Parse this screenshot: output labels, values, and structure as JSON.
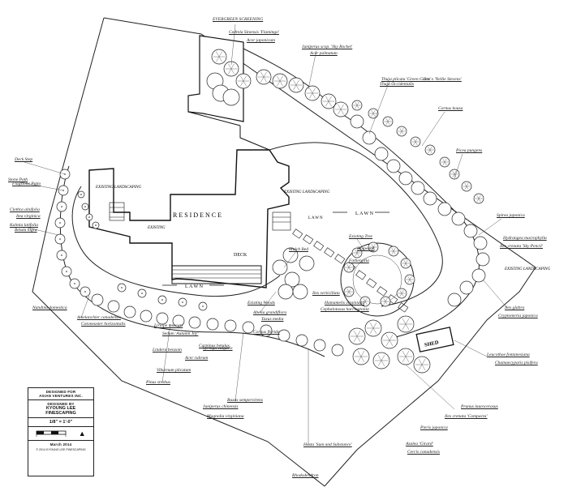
{
  "plan": {
    "residence_label": "RESIDENCE",
    "shed_label": "SHED",
    "deck_label": "DECK",
    "lawn_label": "LAWN",
    "lawn_label_2": "LAWN",
    "lawn_label_3": "LAWN",
    "existing_label": "EXISTING",
    "existing_lndscp": "EXISTING LANDSCAPING",
    "existing_lndscp_2": "EXISTING LANDSCAPING",
    "existing_right": "EXISTING LANDSCAPING"
  },
  "annotations": [
    {
      "t": "EVERGREEN SCREENING"
    },
    {
      "t": "Cedrela Sinensis 'Flamingo'"
    },
    {
      "t": "Acer japonicum"
    },
    {
      "t": "Juniperus scop. 'Sky Rocket'"
    },
    {
      "t": "Acer palmatum"
    },
    {
      "t": "Thuja plicata 'Green Giant'"
    },
    {
      "t": "Ilex x 'Nellie Stevens'"
    },
    {
      "t": "Thuja Occidentalis"
    },
    {
      "t": "Cornus kousa"
    },
    {
      "t": "Picea pungens"
    },
    {
      "t": "Spirea japonica"
    },
    {
      "t": "Hydrangea macrophylla"
    },
    {
      "t": "Ilex crenata 'Sky Pencil'"
    },
    {
      "t": "Ilex glabra"
    },
    {
      "t": "Cryptomeria japonica"
    },
    {
      "t": "Leucothoe fontanesiana"
    },
    {
      "t": "Chamaecyparis pisifera"
    },
    {
      "t": "Prunus laurocerasus"
    },
    {
      "t": "Ilex crenata 'Compacta'"
    },
    {
      "t": "Pieris japonica"
    },
    {
      "t": "Azalea 'Girard'"
    },
    {
      "t": "Cercis canadensis"
    },
    {
      "t": "Hosta 'Sum and Substance'"
    },
    {
      "t": "Rhododendron"
    },
    {
      "t": "Buxus sempervirens"
    },
    {
      "t": "Juniperus chinensis"
    },
    {
      "t": "Magnolia virginiana"
    },
    {
      "t": "Pinus strobus"
    },
    {
      "t": "Viburnum plicatum"
    },
    {
      "t": "Lindera benzoin"
    },
    {
      "t": "Amelanchier canadensis"
    },
    {
      "t": "Cotoneaster horizontalis"
    },
    {
      "t": "Nandina domestica"
    },
    {
      "t": "Kalmia latifolia"
    },
    {
      "t": "Betula nigra"
    },
    {
      "t": "Clethra alnifolia"
    },
    {
      "t": "Itea virginica"
    },
    {
      "t": "Stone Path"
    },
    {
      "t": "Flagstone Patio"
    },
    {
      "t": "Deck Step"
    },
    {
      "t": "Mulch Bed"
    },
    {
      "t": "Existing Tree"
    },
    {
      "t": "Dogwood"
    },
    {
      "t": "Fothergilla"
    },
    {
      "t": "Ilex verticillata"
    },
    {
      "t": "Hamamelis virginiana"
    },
    {
      "t": "Cephalotaxus harringtonia"
    },
    {
      "t": "Abelia grandiflora"
    },
    {
      "t": "Taxus media"
    },
    {
      "t": "Cornus florida"
    },
    {
      "t": "Syringa vulgaris"
    },
    {
      "t": "Acer rubrum"
    },
    {
      "t": "Carpinus betulus"
    },
    {
      "t": "Sedum 'Autumn Joy'"
    },
    {
      "t": "Liriope muscari"
    },
    {
      "t": "Existing Woods"
    }
  ],
  "titleblock": {
    "designed_for_label": "DESIGNED FOR",
    "client": "ASIAN VENTURES INC.",
    "designed_by_label": "DESIGNED BY",
    "designer_line1": "KYOUNG LEE",
    "designer_line2": "FINESCAPING",
    "scale": "1/8\" = 1'-0\"",
    "north": "N",
    "date": "March 2014",
    "copyright": "© 2014 KYOUNG LEE FINESCAPING"
  }
}
